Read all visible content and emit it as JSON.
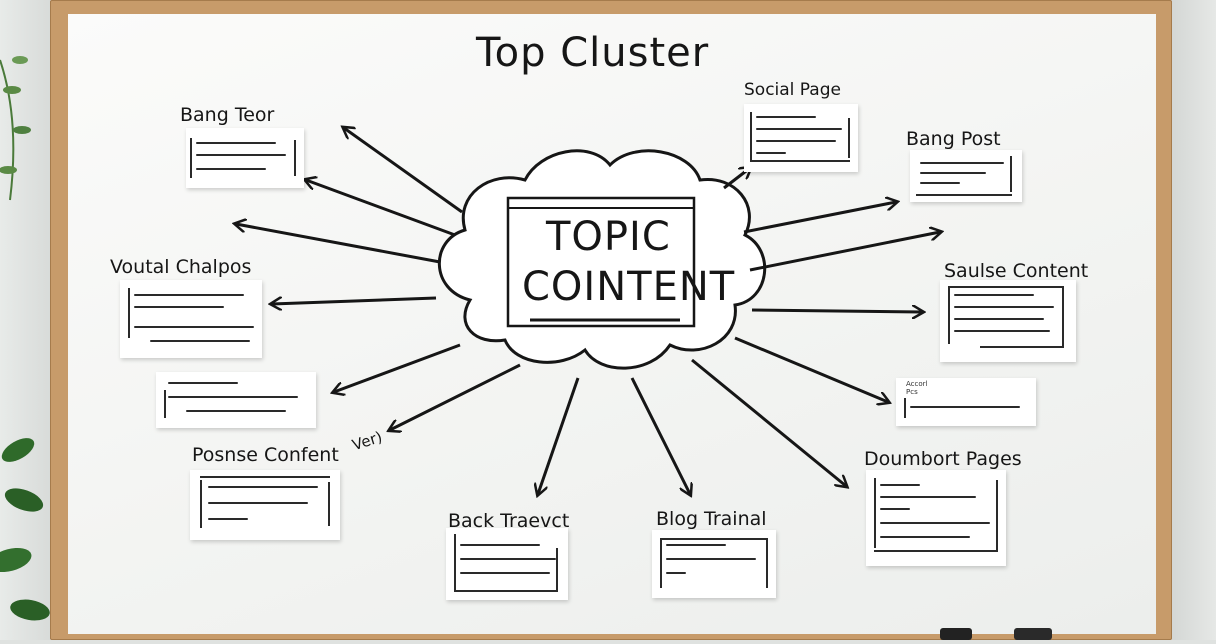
{
  "board": {
    "title": "Top Cluster",
    "center": {
      "line1": "TOPIC",
      "line2": "COINTENT"
    },
    "labels": {
      "bang_teor": "Bang Teor",
      "social_page": "Social Page",
      "bang_post": "Bang Post",
      "voutal_chalpos": "Voutal Chalpos",
      "saulse_content": "Saulse Content",
      "posnse_confent": "Posnse Confent",
      "ver": "Ver)",
      "back_traevct": "Back Traevct",
      "blog_trainal": "Blog Trainal",
      "doumbort_pages": "Doumbort Pages"
    },
    "note_tiny": {
      "n1": "Accorl",
      "n2": "Pcs"
    }
  },
  "colors": {
    "ink": "#161616",
    "frame": "#c79b6a",
    "board": "#f6f7f5",
    "note": "#ffffff"
  }
}
